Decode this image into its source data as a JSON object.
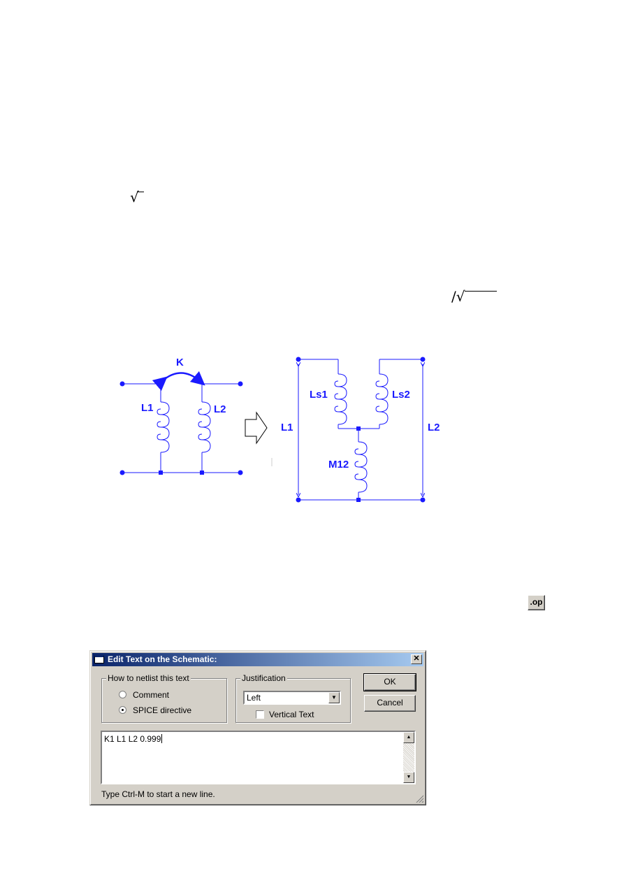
{
  "formula_fragments": {
    "sqrt_1": "√",
    "div_sqrt": "/√"
  },
  "diagram": {
    "labels": {
      "k": "K",
      "l1": "L1",
      "l2": "L2",
      "ls1": "Ls1",
      "ls2": "Ls2",
      "m12": "M12",
      "l1_span": "L1",
      "l2_span": "L2"
    },
    "colors": {
      "wire": "#1a1aff",
      "node": "#1a1aff",
      "arrow": "#000000"
    }
  },
  "toolbar": {
    "op_label": ".op"
  },
  "dialog": {
    "title": "Edit Text on the Schematic:",
    "close_label": "✕",
    "netlist_group": {
      "legend": "How to netlist this text",
      "options": [
        {
          "label": "Comment",
          "checked": false
        },
        {
          "label": "SPICE directive",
          "checked": true
        }
      ]
    },
    "justification_group": {
      "legend": "Justification",
      "selected": "Left",
      "vertical_text_label": "Vertical Text",
      "vertical_text_checked": false
    },
    "ok_label": "OK",
    "cancel_label": "Cancel",
    "text_value": "K1 L1 L2 0.999",
    "hint": "Type Ctrl-M to start a new line."
  }
}
